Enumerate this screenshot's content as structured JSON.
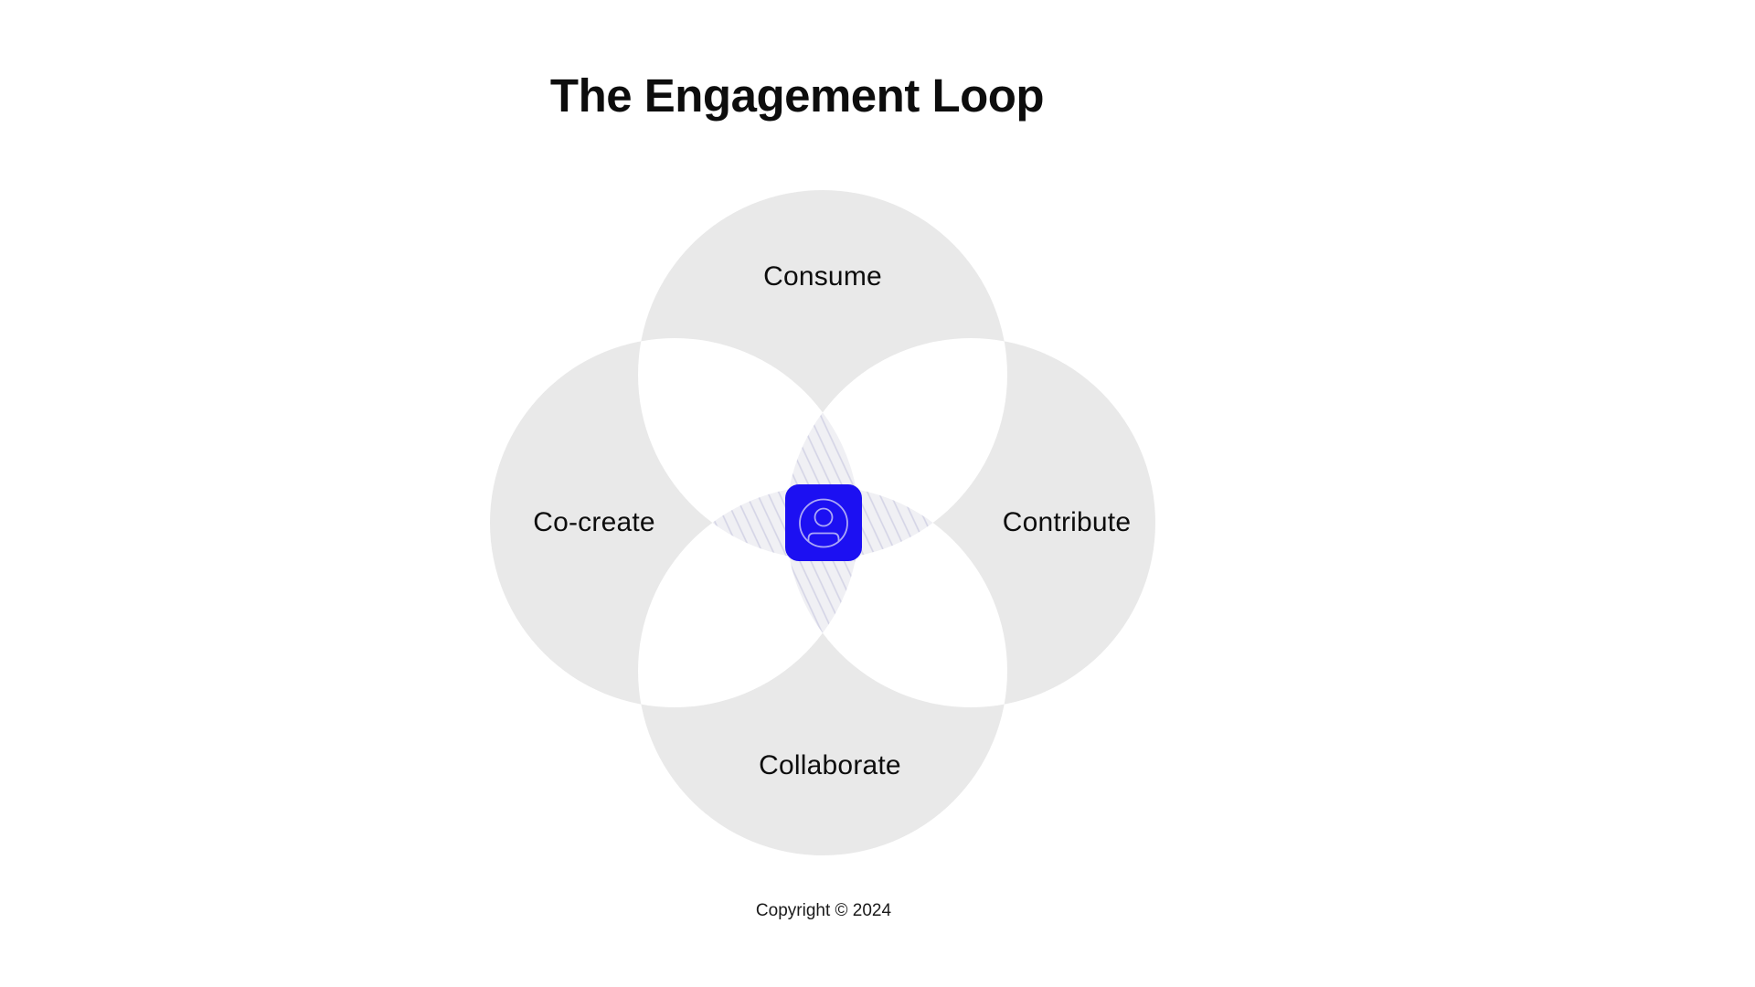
{
  "header": {
    "title": "The Engagement Loop"
  },
  "diagram": {
    "type": "venn-loop",
    "circle_color": "#e9e9e9",
    "accent_color": "#1c10f2",
    "icon_color": "#aba7f7",
    "hatch_bg_color": "#f0f0f4",
    "hatch_line_color": "#d4d4e6",
    "center_icon": "user-icon",
    "nodes": [
      {
        "id": "consume",
        "label": "Consume",
        "position": "top"
      },
      {
        "id": "cocreate",
        "label": "Co-create",
        "position": "left"
      },
      {
        "id": "contribute",
        "label": "Contribute",
        "position": "right"
      },
      {
        "id": "collaborate",
        "label": "Collaborate",
        "position": "bottom"
      }
    ]
  },
  "footer": {
    "copyright": "Copyright © 2024"
  }
}
